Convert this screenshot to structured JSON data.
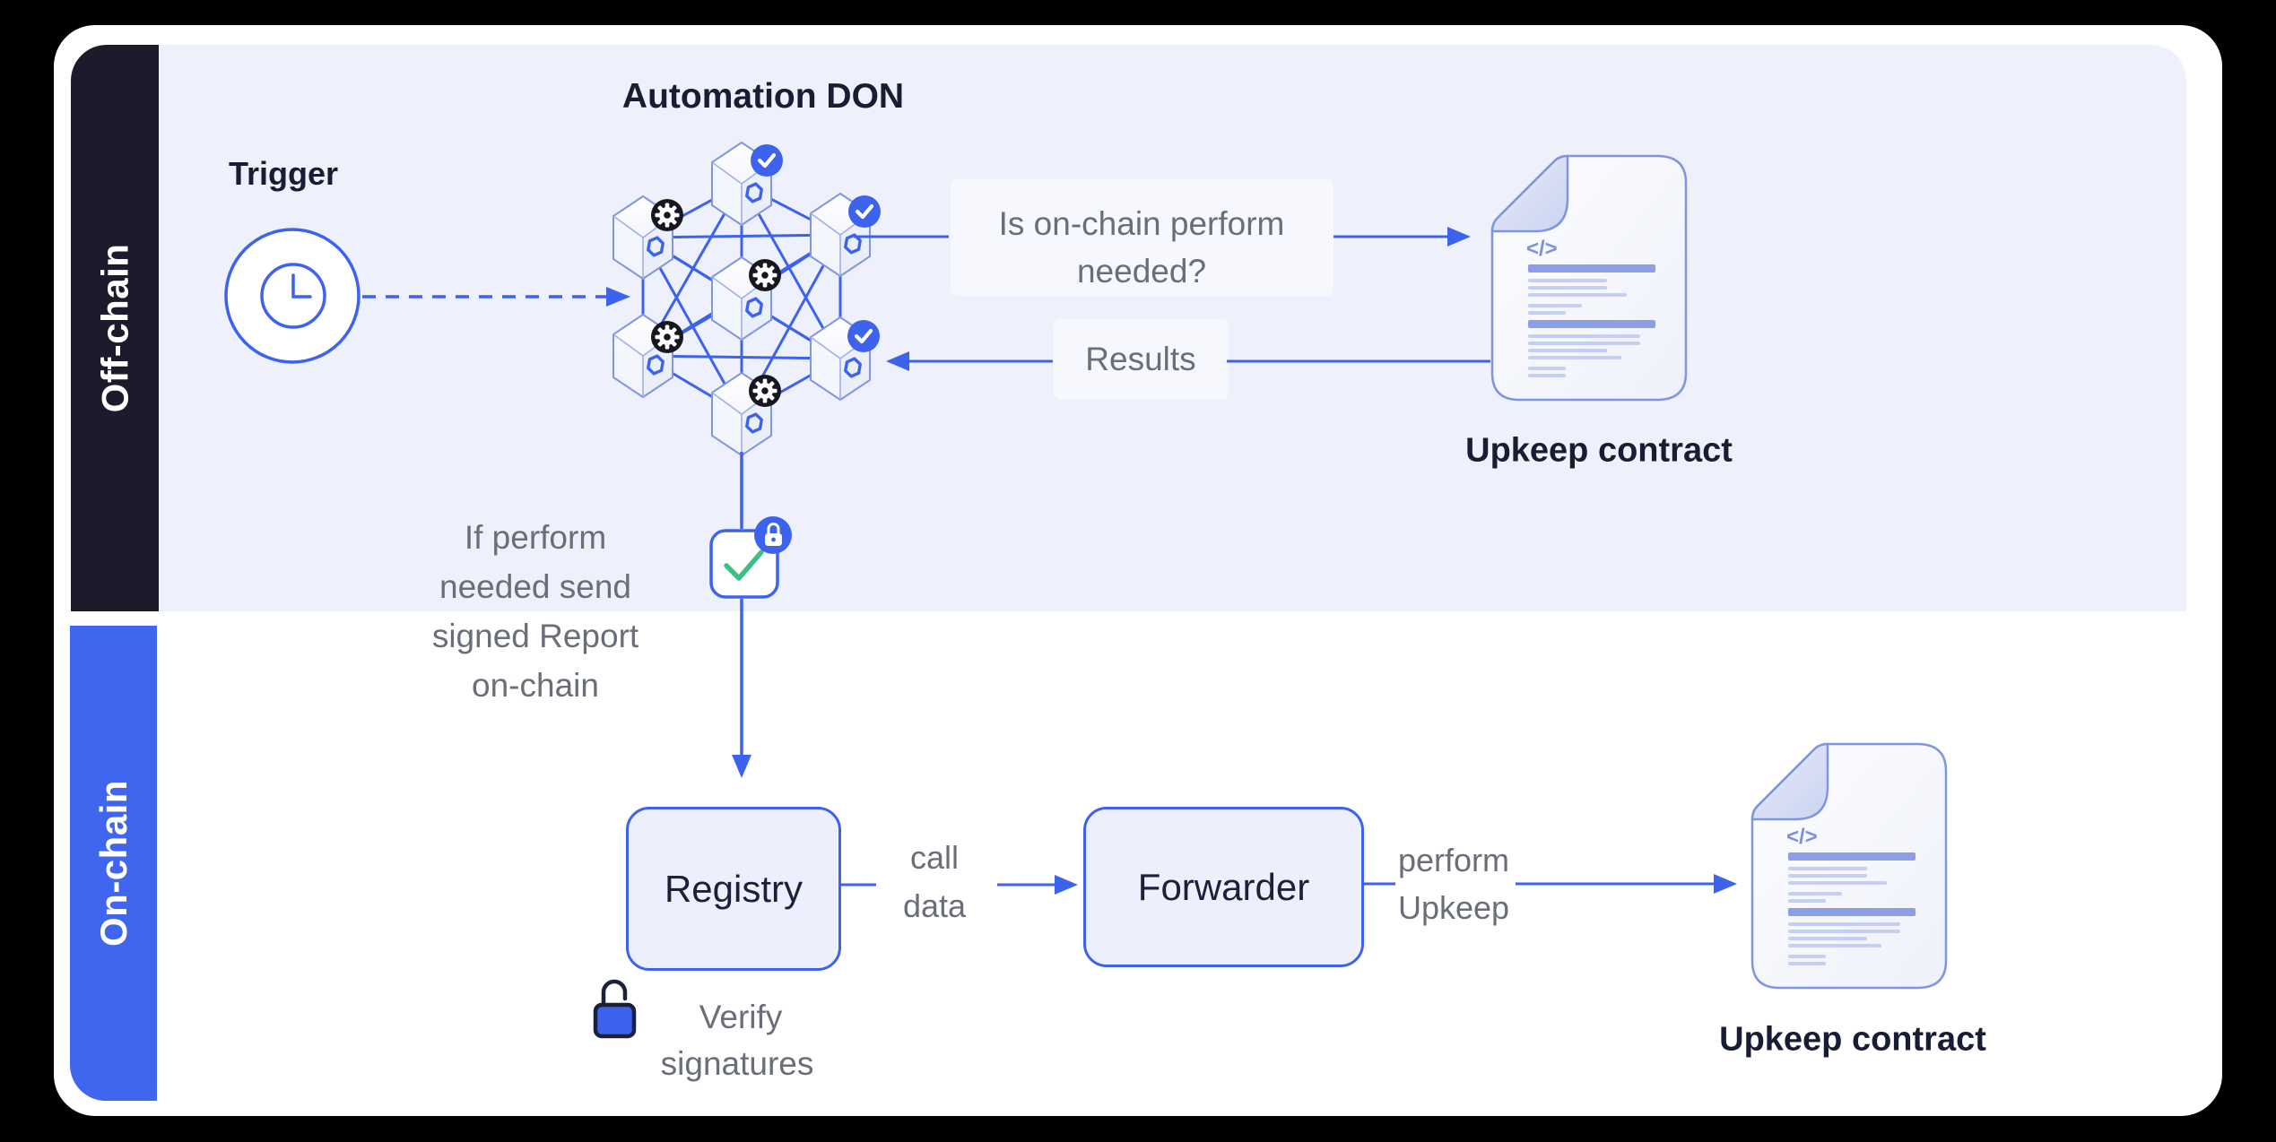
{
  "lanes": {
    "offchain_label": "Off-chain",
    "onchain_label": "On-chain"
  },
  "offchain": {
    "trigger_label": "Trigger",
    "don_title": "Automation DON",
    "question_lines": [
      "Is on-chain perform",
      "needed?"
    ],
    "results_label": "Results",
    "upkeep_contract_label": "Upkeep contract",
    "report_note_lines": [
      "If perform",
      "needed send",
      "signed Report",
      "on-chain"
    ]
  },
  "onchain": {
    "registry_label": "Registry",
    "call_data_lines": [
      "call",
      "data"
    ],
    "forwarder_label": "Forwarder",
    "perform_upkeep_lines": [
      "perform",
      "Upkeep"
    ],
    "verify_signatures_lines": [
      "Verify",
      "signatures"
    ],
    "upkeep_contract_label": "Upkeep contract"
  },
  "doc_code_glyph": "</>",
  "icons": {
    "trigger": "clock-icon",
    "don_node_approved": "check-badge-icon",
    "don_node_compute": "gear-badge-icon",
    "signed_report": "check-with-lock-icon",
    "verify": "open-padlock-icon",
    "contract": "code-document-icon"
  },
  "colors": {
    "accent_blue": "#3D63EE",
    "sidebar_dark": "#1B1B2B",
    "sidebar_blue": "#4065EE",
    "offchain_bg": "#EEF0FB",
    "gray_text": "#6A6E78",
    "dark_text": "#171D33",
    "green_check": "#3DBE82",
    "badge_black": "#17171F"
  }
}
